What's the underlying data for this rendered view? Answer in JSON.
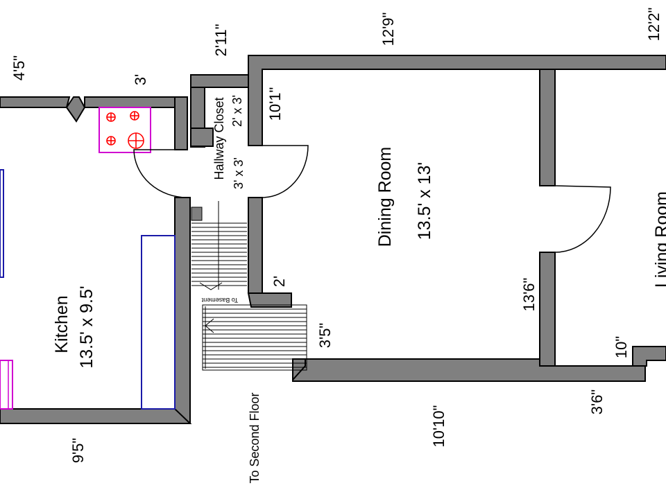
{
  "colors": {
    "wall_fill": "#808080",
    "wall_stroke": "#000000",
    "counter": "#1a1aa8",
    "stove": "#d000d0",
    "burner": "#ff0000",
    "background": "#ffffff"
  },
  "rooms": {
    "kitchen": {
      "name": "Kitchen",
      "size": "13.5' x 9.5'"
    },
    "dining": {
      "name": "Dining Room",
      "size": "13.5' x 13'"
    },
    "closet": {
      "name": "Hallway Closet",
      "size": "3' x 3'",
      "inner_size": "2' x 3'"
    },
    "living": {
      "name": "Living Room"
    }
  },
  "stairs": {
    "basement": "To Basement",
    "second_floor": "To Second Floor"
  },
  "dimensions": {
    "d_4_5": "4'5\"",
    "d_3": "3'",
    "d_2_11": "2'11\"",
    "d_12_9": "12'9\"",
    "d_12_2": "12'2\"",
    "d_10_1": "10'1\"",
    "d_2": "2'",
    "d_3_5": "3'5\"",
    "d_13_6": "13'6\"",
    "d_10": "10\"",
    "d_3_6": "3'6\"",
    "d_10_10": "10'10\"",
    "d_9_5": "9'5\""
  }
}
